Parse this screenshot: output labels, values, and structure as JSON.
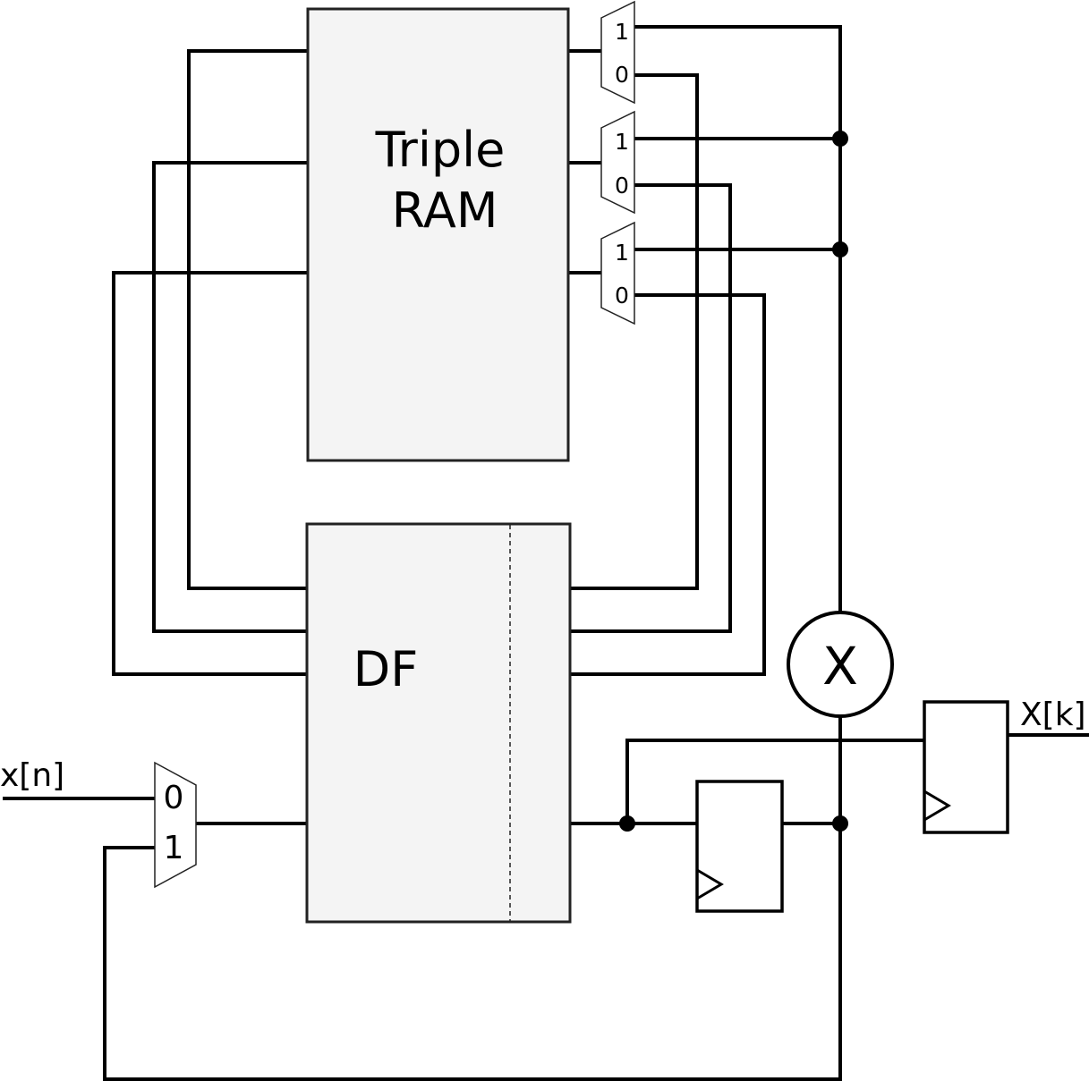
{
  "ram": {
    "label_line1": "Triple",
    "label_line2": "RAM"
  },
  "df": {
    "label": "DF"
  },
  "multiplier": {
    "symbol": "X"
  },
  "input_mux": {
    "in0": "0",
    "in1": "1"
  },
  "ram_muxes": [
    {
      "in1": "1",
      "in0": "0"
    },
    {
      "in1": "1",
      "in0": "0"
    },
    {
      "in1": "1",
      "in0": "0"
    }
  ],
  "io": {
    "input": "x[n]",
    "output": "X[k]"
  }
}
